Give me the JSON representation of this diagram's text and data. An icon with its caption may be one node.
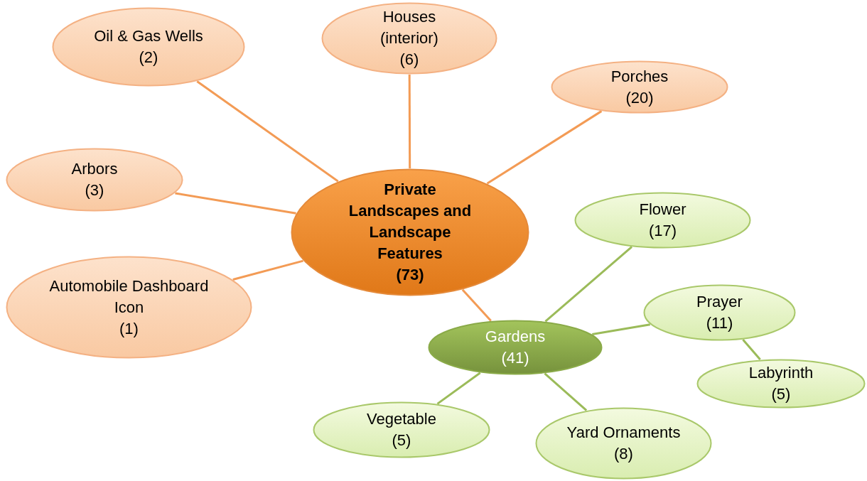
{
  "diagram": {
    "nodes": [
      {
        "text": [
          "Private Landscapes and Landscape Features",
          "(73)"
        ]
      },
      {
        "text": [
          "Oil & Gas Wells",
          "(2)"
        ]
      },
      {
        "text": [
          "Houses (interior)",
          "(6)"
        ]
      },
      {
        "text": [
          "Porches",
          "(20)"
        ]
      },
      {
        "text": [
          "Arbors",
          "(3)"
        ]
      },
      {
        "text": [
          "Automobile Dashboard Icon",
          "(1)"
        ]
      },
      {
        "text": [
          "Gardens",
          "(41)"
        ]
      },
      {
        "text": [
          "Flower",
          "(17)"
        ]
      },
      {
        "text": [
          "Prayer",
          "(11)"
        ]
      },
      {
        "text": [
          "Labyrinth",
          "(5)"
        ]
      },
      {
        "text": [
          "Vegetable",
          "(5)"
        ]
      },
      {
        "text": [
          "Yard Ornaments",
          "(8)"
        ]
      }
    ],
    "edges": [
      {
        "from": 0,
        "to": 1,
        "arrow": "none"
      },
      {
        "from": 0,
        "to": 2,
        "arrow": "none"
      },
      {
        "from": 0,
        "to": 3,
        "arrow": "none"
      },
      {
        "from": 0,
        "to": 4,
        "arrow": "none"
      },
      {
        "from": 0,
        "to": 5,
        "arrow": "none"
      },
      {
        "from": 0,
        "to": 6,
        "arrow": "none"
      },
      {
        "from": 6,
        "to": 7,
        "arrow": "none",
        "color": "#9bbb59"
      },
      {
        "from": 6,
        "to": 8,
        "arrow": "none",
        "color": "#9bbb59"
      },
      {
        "from": 8,
        "to": 9,
        "arrow": "none",
        "color": "#9bbb59"
      },
      {
        "from": 6,
        "to": 10,
        "arrow": "none",
        "color": "#9bbb59"
      },
      {
        "from": 6,
        "to": 11,
        "arrow": "none",
        "color": "#9bbb59"
      }
    ]
  }
}
